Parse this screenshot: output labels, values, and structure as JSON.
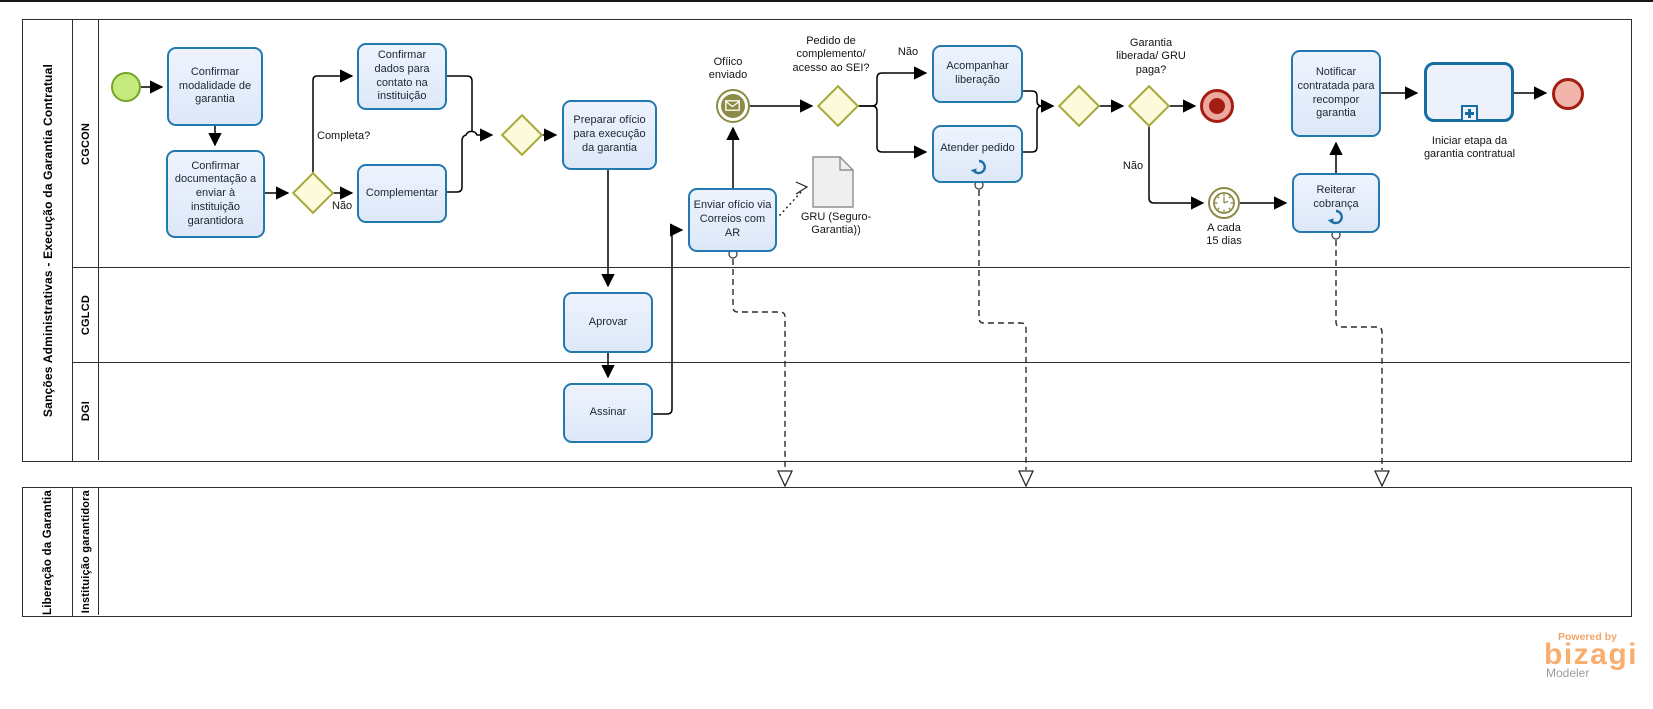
{
  "pools": {
    "p1": {
      "title": "Sanções Administrativas - Execução da Garantia Contratual",
      "lanes": [
        "CGCON",
        "CGLCD",
        "DGI"
      ]
    },
    "p2": {
      "title": "Liberação da Garantia",
      "lanes": [
        "Instituição garantidora"
      ]
    }
  },
  "nodes": {
    "confirmar_modalidade": "Confirmar modalidade de garantia",
    "confirmar_documentacao": "Confirmar documentação a enviar à instituição garantidora",
    "confirmar_dados": "Confirmar dados para contato na instituição",
    "complementar": "Complementar",
    "preparar_oficio": "Preparar ofício para execução da garantia",
    "aprovar": "Aprovar",
    "assinar": "Assinar",
    "enviar_oficio": "Enviar ofício via Correios com AR",
    "acompanhar_liberacao": "Acompanhar liberação",
    "atender_pedido": "Atender pedido",
    "reiterar_cobranca": "Reiterar cobrança",
    "notificar_contratada": "Notificar contratada para recompor garantia"
  },
  "labels": {
    "oficio_enviado": "Ofíico enviado",
    "pedido_sei": "Pedido de complemento/ acesso ao SEI?",
    "nao_sei": "Não",
    "completa": "Completa?",
    "nao_completa": "Não",
    "garantia_liberada": "Garantia liberada/ GRU paga?",
    "nao_garantia": "Não",
    "a_cada_15_dias": "A cada 15 dias",
    "gru": "GRU (Seguro-Garantia))",
    "iniciar_etapa": "Iniciar etapa da garantia contratual"
  },
  "icons": {
    "start_event": "green-circle-start-icon",
    "message_event": "envelope-icon",
    "timer_event": "clock-icon",
    "terminate_event": "terminate-icon",
    "end_event": "end-circle-icon",
    "loop_marker": "loop-arrow-icon",
    "subprocess_marker": "plus-icon",
    "data_object": "document-icon"
  },
  "colors": {
    "task_border": "#2279af",
    "task_fill": "#e6eefb",
    "gateway_border": "#a8a83c",
    "gateway_fill": "#fbfbdc",
    "start_fill": "#c5e97c",
    "start_border": "#76a42a",
    "red_event": "#a31d12",
    "olive_event": "#8b8b45",
    "bizagi_orange": "#f8ae6e"
  },
  "branding": {
    "powered_by": "Powered by",
    "logo": "bizagi",
    "product": "Modeler"
  }
}
